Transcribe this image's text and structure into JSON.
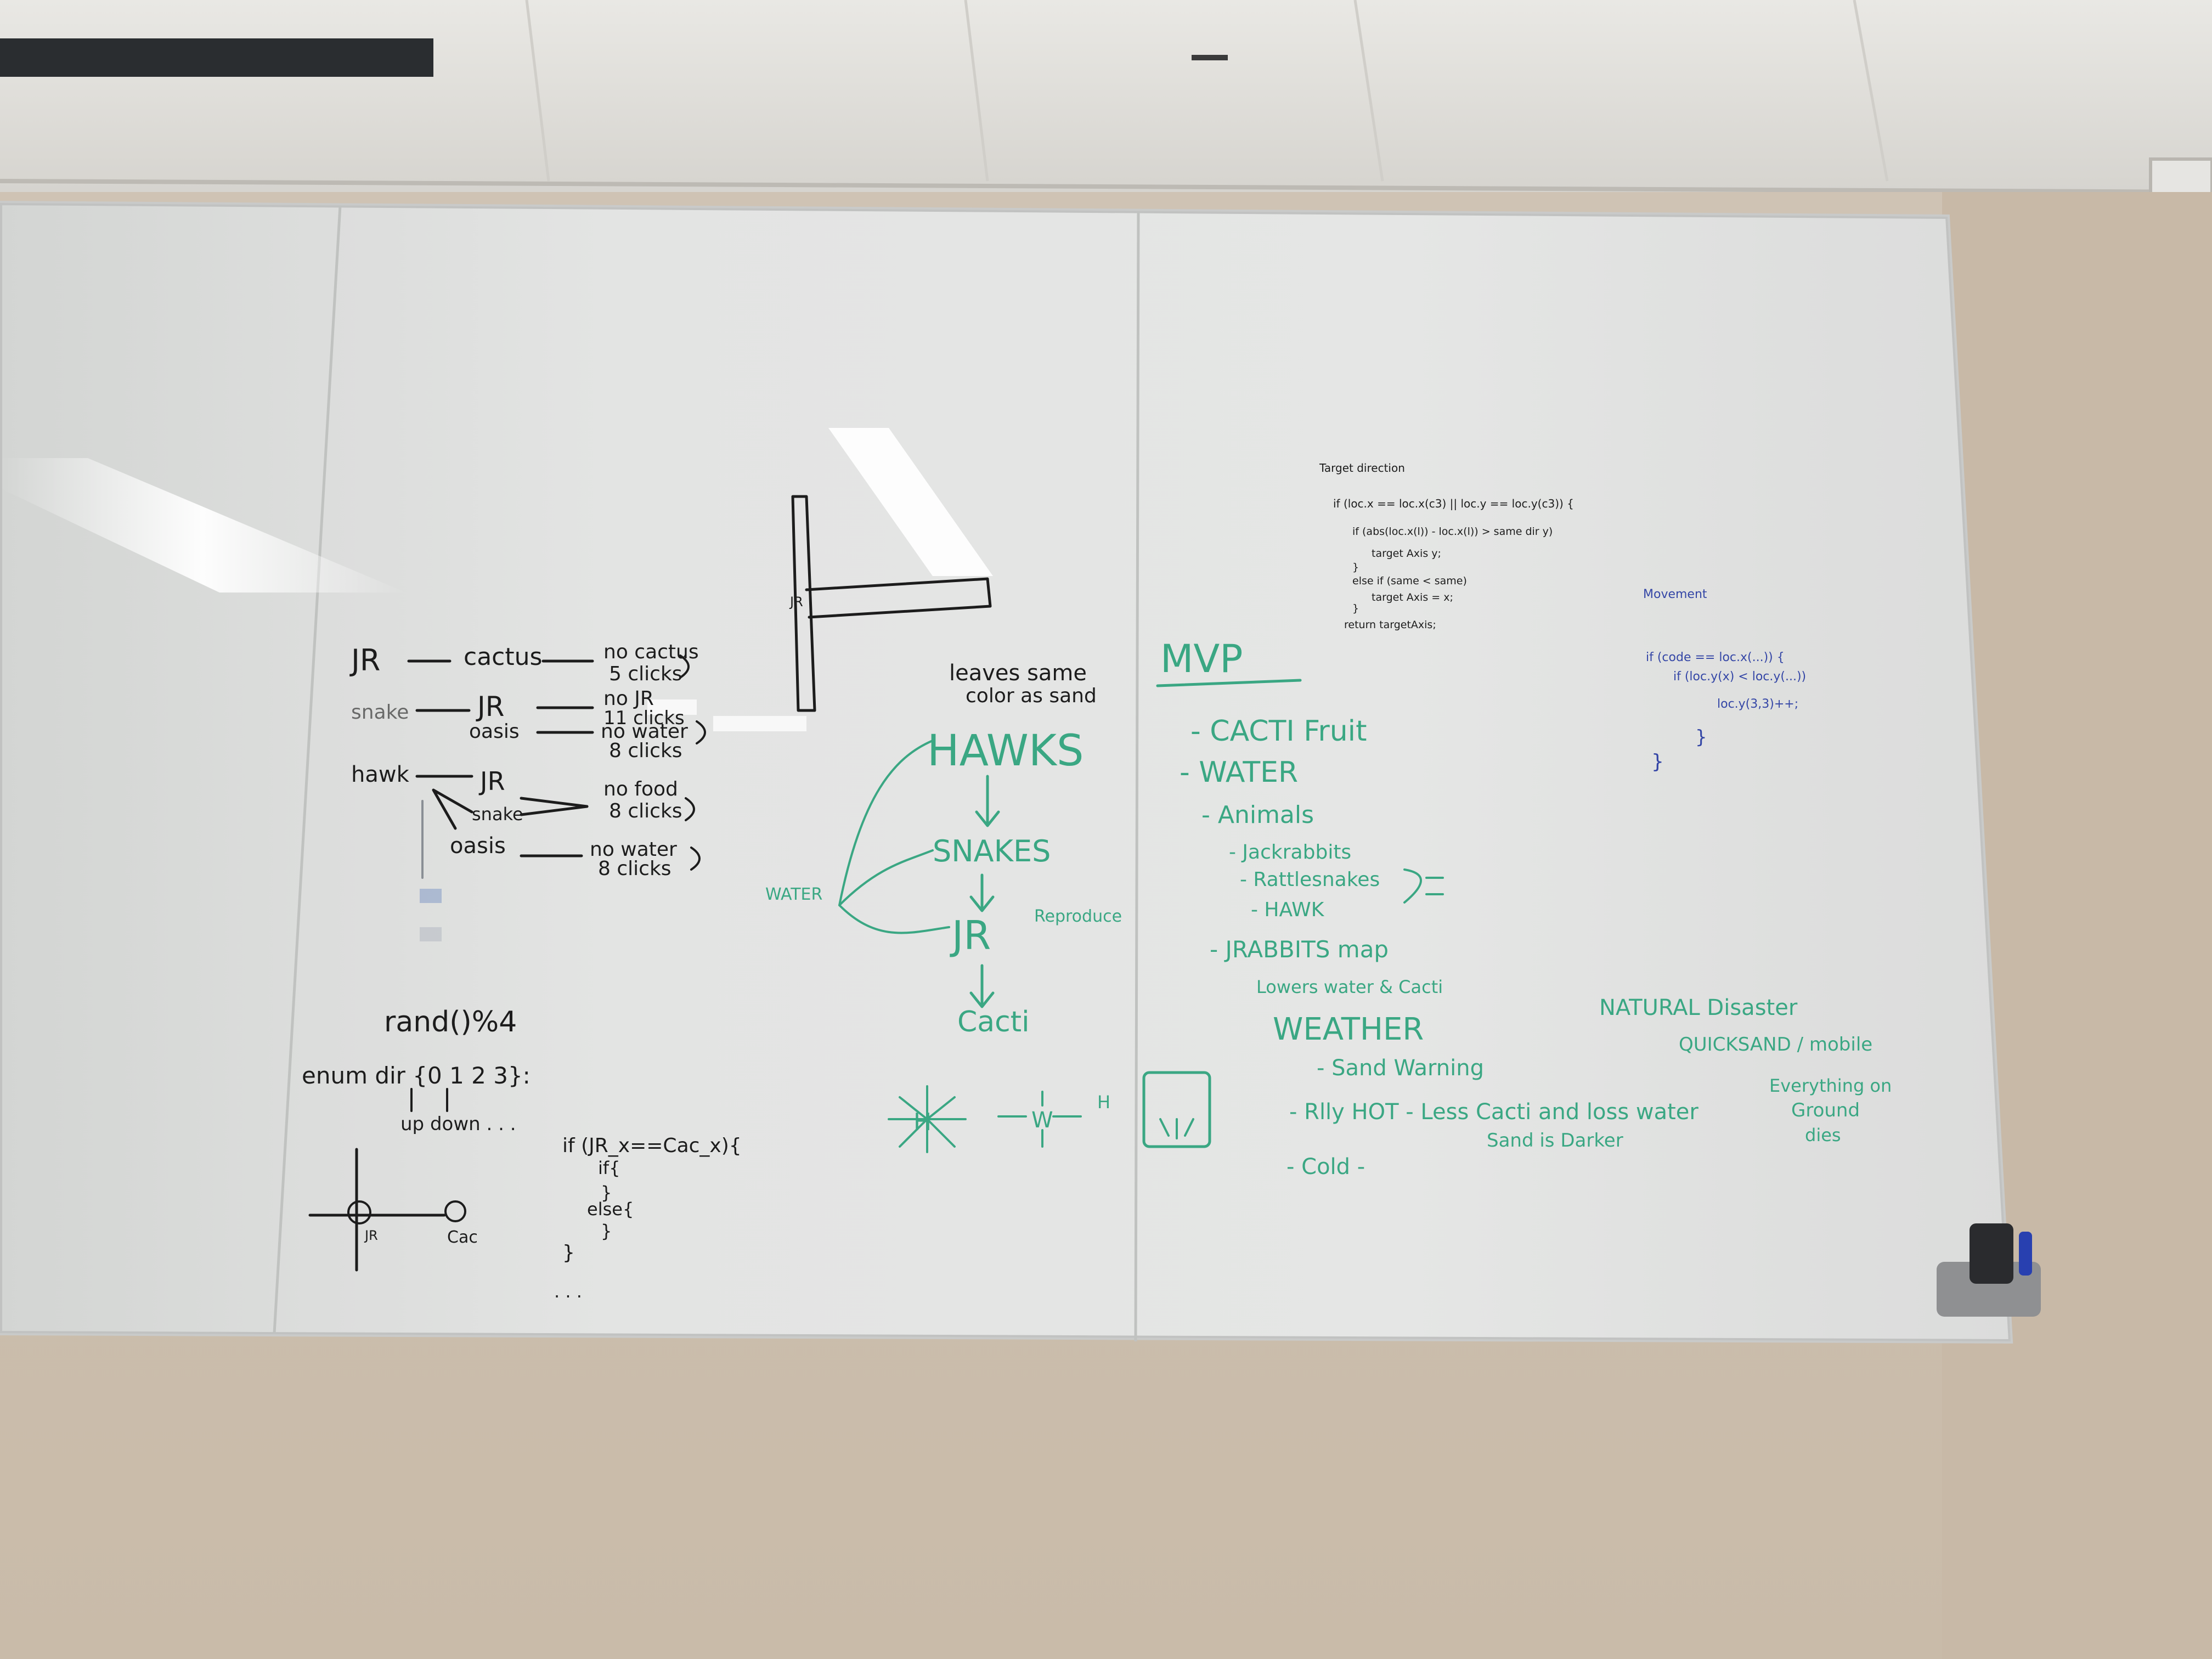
{
  "black_notes": {
    "pair_block": [
      "JR",
      "cactus",
      "no cactus",
      "5 clicks",
      "snake",
      "JR",
      "oasis",
      "no JR",
      "11 clicks",
      "no water",
      "8 clicks",
      "hawk",
      "JR",
      "snake",
      "no food",
      "8 clicks",
      "oasis",
      "no water",
      "8 clicks"
    ],
    "rand": "rand()%4",
    "enum": "enum dir {0 1 2 3}:",
    "up_down": "up  down . . .",
    "axis_jr": "JR",
    "axis_cac": "Cac",
    "code": [
      "if (JR_x==Cac_x){",
      "if{",
      "}",
      "else{",
      "}",
      "}",
      ". . ."
    ],
    "jr_tag": "JR",
    "leaves": [
      "leaves same",
      "color as sand"
    ]
  },
  "green_notes": {
    "chain": [
      "HAWKS",
      "SNAKES",
      "JR",
      "Cacti"
    ],
    "water": "WATER",
    "reproduce": "Reproduce",
    "mvp_title": "MVP",
    "mvp_list": [
      "- CACTI Fruit",
      "- WATER",
      "- Animals",
      "- Jackrabbits",
      "- Rattlesnakes",
      "- HAWK",
      "- JRABBITS map",
      "Lowers water & Cacti",
      "WEATHER",
      "- Sand Warning",
      "- Rlly HOT - Less Cacti and loss water",
      "Sand is Darker",
      "- Cold -"
    ],
    "natural": [
      "NATURAL Disaster",
      "QUICKSAND / mobile",
      "Everything on",
      "Ground",
      "dies"
    ],
    "icons": [
      "H",
      "W",
      "H"
    ]
  },
  "blue_notes": {
    "title": "Movement",
    "code": [
      "if (code == loc.x(...)) {",
      "if (loc.y(x) < loc.y(...))",
      "loc.y(3,3)++;",
      "}",
      "}"
    ]
  },
  "small_black_code": {
    "title": "Target direction",
    "lines": [
      "if (loc.x == loc.x(c3) || loc.y == loc.y(c3)) {",
      "if (abs(loc.x(l)) - loc.x(l)) > same dir y)",
      "target Axis y;",
      "}",
      "else if (same  <  same)",
      "target Axis = x;",
      "}",
      "return targetAxis;"
    ]
  }
}
